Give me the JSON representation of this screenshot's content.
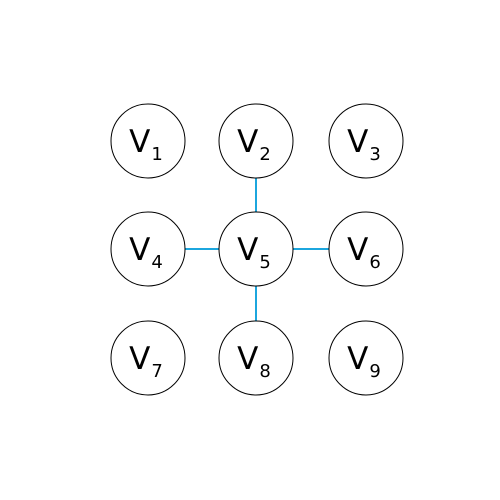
{
  "graph": {
    "edge_color": "#1ca6de",
    "nodes": [
      {
        "id": "v1",
        "letter": "V",
        "sub": "1"
      },
      {
        "id": "v2",
        "letter": "V",
        "sub": "2"
      },
      {
        "id": "v3",
        "letter": "V",
        "sub": "3"
      },
      {
        "id": "v4",
        "letter": "V",
        "sub": "4"
      },
      {
        "id": "v5",
        "letter": "V",
        "sub": "5"
      },
      {
        "id": "v6",
        "letter": "V",
        "sub": "6"
      },
      {
        "id": "v7",
        "letter": "V",
        "sub": "7"
      },
      {
        "id": "v8",
        "letter": "V",
        "sub": "8"
      },
      {
        "id": "v9",
        "letter": "V",
        "sub": "9"
      }
    ],
    "edges": [
      {
        "from": "v2",
        "to": "v5"
      },
      {
        "from": "v4",
        "to": "v5"
      },
      {
        "from": "v5",
        "to": "v6"
      },
      {
        "from": "v5",
        "to": "v8"
      }
    ]
  }
}
